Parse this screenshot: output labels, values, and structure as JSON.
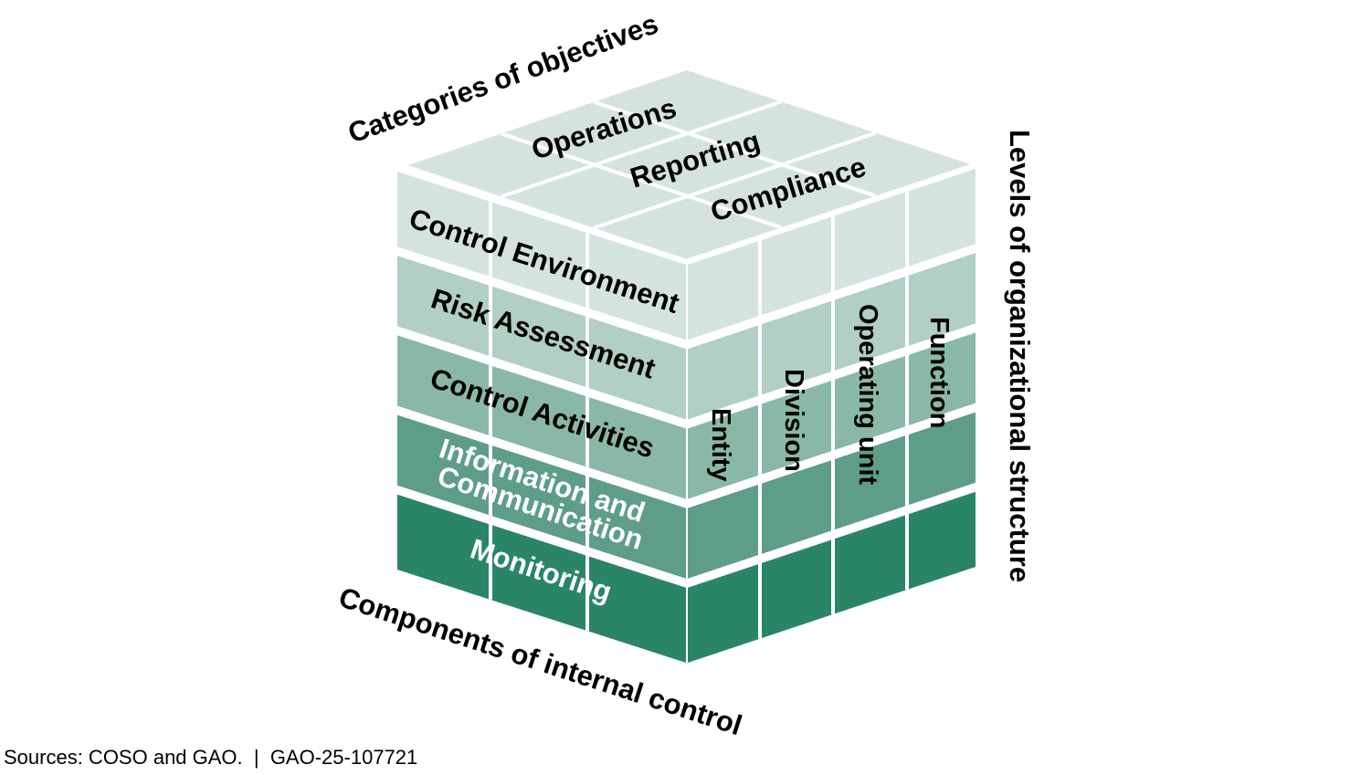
{
  "axes": {
    "categories_of_objectives": "Categories of objectives",
    "levels_of_structure": "Levels of organizational structure",
    "components_of_internal_control": "Components of internal control"
  },
  "objectives": [
    {
      "label": "Operations"
    },
    {
      "label": "Reporting"
    },
    {
      "label": "Compliance"
    }
  ],
  "components": [
    {
      "label": "Control Environment",
      "color": "#d4e3dd",
      "text_color": "#000000"
    },
    {
      "label": "Risk Assessment",
      "color": "#b1cfc3",
      "text_color": "#000000"
    },
    {
      "label": "Control Activities",
      "color": "#8ab8a6",
      "text_color": "#000000"
    },
    {
      "label_line1": "Information and",
      "label_line2": "Communication",
      "color": "#5e9e86",
      "text_color": "#ffffff"
    },
    {
      "label": "Monitoring",
      "color": "#2a8568",
      "text_color": "#ffffff"
    }
  ],
  "levels": [
    {
      "label": "Entity"
    },
    {
      "label": "Division"
    },
    {
      "label": "Operating unit"
    },
    {
      "label": "Function"
    }
  ],
  "colors": {
    "top_face": "#d4e3dd",
    "gap": "#ffffff"
  },
  "source": {
    "text": "Sources: COSO and GAO.  |  GAO-25-107721"
  }
}
